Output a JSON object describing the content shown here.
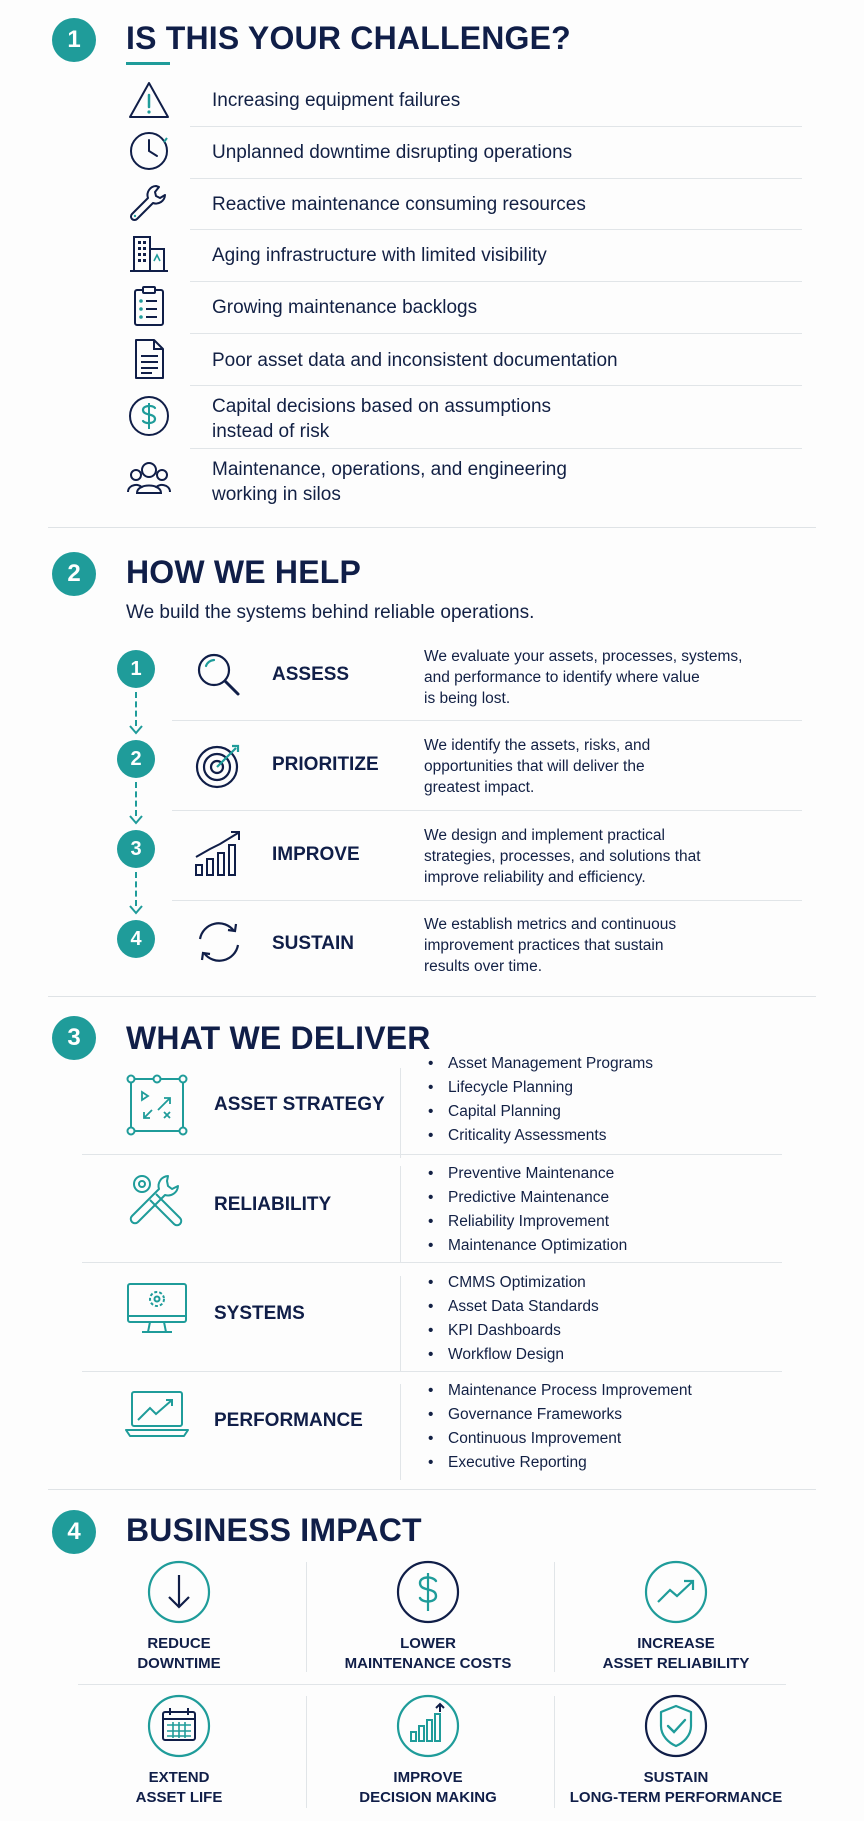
{
  "colors": {
    "accent": "#1f9c9a",
    "navy": "#101e48",
    "text": "#122044",
    "divider": "#e1e5e8"
  },
  "section1": {
    "number": "1",
    "title": "IS THIS YOUR CHALLENGE?",
    "items": [
      {
        "icon": "warning-icon",
        "text": "Increasing equipment failures"
      },
      {
        "icon": "clock-icon",
        "text": "Unplanned downtime disrupting operations"
      },
      {
        "icon": "wrench-icon",
        "text": "Reactive maintenance consuming resources"
      },
      {
        "icon": "building-icon",
        "text": "Aging infrastructure with limited visibility"
      },
      {
        "icon": "clipboard-icon",
        "text": "Growing maintenance backlogs"
      },
      {
        "icon": "document-icon",
        "text": "Poor asset data and inconsistent documentation"
      },
      {
        "icon": "dollar-icon",
        "text_line1": "Capital decisions based on assumptions",
        "text_line2": "instead of risk"
      },
      {
        "icon": "team-icon",
        "text_line1": "Maintenance, operations, and engineering",
        "text_line2": "working in silos"
      }
    ]
  },
  "section2": {
    "number": "2",
    "title": "HOW WE HELP",
    "subtitle": "We build the systems behind reliable operations.",
    "steps": [
      {
        "num": "1",
        "icon": "magnifier-icon",
        "title": "ASSESS",
        "lines": [
          "We evaluate your assets, processes, systems,",
          "and performance to identify where value",
          "is being lost."
        ]
      },
      {
        "num": "2",
        "icon": "target-icon",
        "title": "PRIORITIZE",
        "lines": [
          "We identify the assets, risks, and",
          "opportunities that will deliver the",
          "greatest impact."
        ]
      },
      {
        "num": "3",
        "icon": "growth-chart-icon",
        "title": "IMPROVE",
        "lines": [
          "We design and implement practical",
          "strategies, processes, and solutions that",
          "improve reliability and efficiency."
        ]
      },
      {
        "num": "4",
        "icon": "cycle-arrows-icon",
        "title": "SUSTAIN",
        "lines": [
          "We establish metrics and continuous",
          "improvement practices that sustain",
          "results over time."
        ]
      }
    ]
  },
  "section3": {
    "number": "3",
    "title": "WHAT WE DELIVER",
    "groups": [
      {
        "icon": "asset-strategy-icon",
        "title": "ASSET STRATEGY",
        "items": [
          "Asset Management Programs",
          "Lifecycle Planning",
          "Capital Planning",
          "Criticality Assessments"
        ]
      },
      {
        "icon": "tools-icon",
        "title": "RELIABILITY",
        "items": [
          "Preventive Maintenance",
          "Predictive Maintenance",
          "Reliability Improvement",
          "Maintenance Optimization"
        ]
      },
      {
        "icon": "monitor-gear-icon",
        "title": "SYSTEMS",
        "items": [
          "CMMS Optimization",
          "Asset Data Standards",
          "KPI Dashboards",
          "Workflow Design"
        ]
      },
      {
        "icon": "laptop-chart-icon",
        "title": "PERFORMANCE",
        "items": [
          "Maintenance Process Improvement",
          "Governance Frameworks",
          "Continuous Improvement",
          "Executive Reporting"
        ]
      }
    ]
  },
  "section4": {
    "number": "4",
    "title": "BUSINESS IMPACT",
    "impacts": [
      {
        "icon": "down-arrow-icon",
        "line1": "REDUCE",
        "line2": "DOWNTIME"
      },
      {
        "icon": "dollar-circle-icon",
        "line1": "LOWER",
        "line2": "MAINTENANCE COSTS"
      },
      {
        "icon": "trend-up-icon",
        "line1": "INCREASE",
        "line2": "ASSET RELIABILITY"
      },
      {
        "icon": "calendar-icon",
        "line1": "EXTEND",
        "line2": "ASSET LIFE"
      },
      {
        "icon": "bar-chart-icon",
        "line1": "IMPROVE",
        "line2": "DECISION MAKING"
      },
      {
        "icon": "shield-check-icon",
        "line1": "SUSTAIN",
        "line2": "LONG-TERM PERFORMANCE"
      }
    ]
  }
}
